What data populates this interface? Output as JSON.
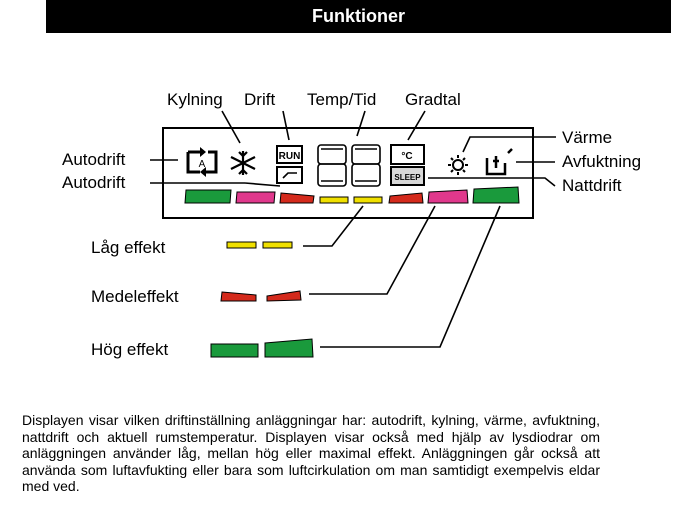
{
  "header": {
    "title": "Funktioner"
  },
  "labels": {
    "kylning": "Kylning",
    "drift": "Drift",
    "temp_tid": "Temp/Tid",
    "gradtal": "Gradtal",
    "autodrift_top": "Autodrift",
    "autodrift_bottom": "Autodrift",
    "varme": "Värme",
    "avfuktning": "Avfuktning",
    "nattdrift": "Nattdrift",
    "lag_effekt": "Låg effekt",
    "medeleffekt": "Medeleffekt",
    "hog_effekt": "Hög effekt"
  },
  "display": {
    "run_text": "RUN",
    "celsius_text": "°C",
    "sleep_text": "SLEEP",
    "digits_text": "88",
    "auto_letter": "A"
  },
  "colors": {
    "green": "#1a9a3c",
    "magenta": "#e0388c",
    "red": "#d42a1c",
    "yellow": "#f0e000"
  },
  "icons": [
    "auto-mode-icon",
    "snowflake-icon",
    "sun-icon",
    "dehumidify-icon"
  ],
  "paragraph": "Displayen visar vilken driftinställning anläggningar har: autodrift, kylning, värme, avfuktning, nattdrift och aktuell rumstemperatur. Displayen visar också med hjälp av lysdiodrar om anläggningen använder låg, mellan hög eller maximal effekt. Anläggningen går också att använda som luftavfukting eller bara som luftcirkulation om man samtidigt exempelvis eldar med ved."
}
